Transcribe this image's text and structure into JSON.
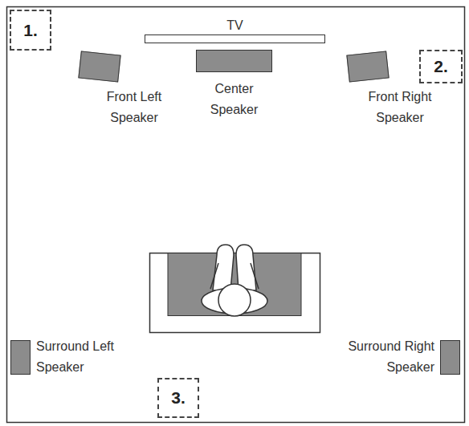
{
  "diagram": {
    "nodes": [
      {
        "text": [
          "1."
        ]
      },
      {
        "text": [
          "TV"
        ]
      },
      {
        "text": [
          "2."
        ]
      },
      {
        "text": [
          "Front Left Speaker"
        ]
      },
      {
        "text": [
          "Center Speaker"
        ]
      },
      {
        "text": [
          "Front Right Speaker"
        ]
      },
      {
        "text": [
          "Surround Left Speaker"
        ]
      },
      {
        "text": [
          "Surround Right Speaker"
        ]
      },
      {
        "text": [
          "3."
        ]
      }
    ]
  }
}
